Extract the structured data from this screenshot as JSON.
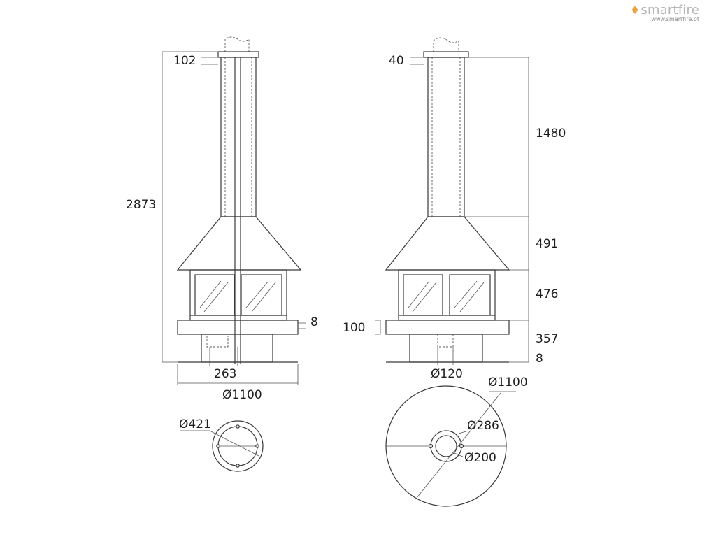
{
  "brand": {
    "name": "smartfire",
    "url": "www.smartfire.pt"
  },
  "left_view": {
    "flue_collar": "102",
    "total_height": "2873",
    "base_gap": "8",
    "flue_offset": "263",
    "hearth_diameter": "Ø1100"
  },
  "right_view": {
    "flue_collar": "40",
    "flue_height": "1480",
    "hood_height": "491",
    "glass_height": "476",
    "hearth_thickness": "100",
    "base_height": "357",
    "base_gap": "8",
    "outlet_diameter": "Ø120"
  },
  "left_plan": {
    "flue_diameter": "Ø421"
  },
  "right_plan": {
    "hearth_diameter": "Ø1100",
    "outer_ring": "Ø286",
    "inner_ring": "Ø200"
  }
}
